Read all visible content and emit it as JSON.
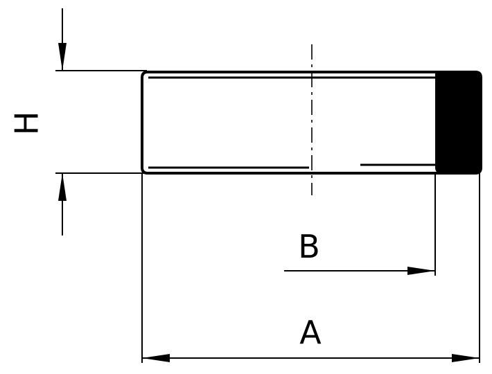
{
  "dimensions": {
    "height_label": "H",
    "inner_length_label": "B",
    "overall_length_label": "A"
  },
  "colors": {
    "line": "#000000",
    "background": "#ffffff"
  }
}
